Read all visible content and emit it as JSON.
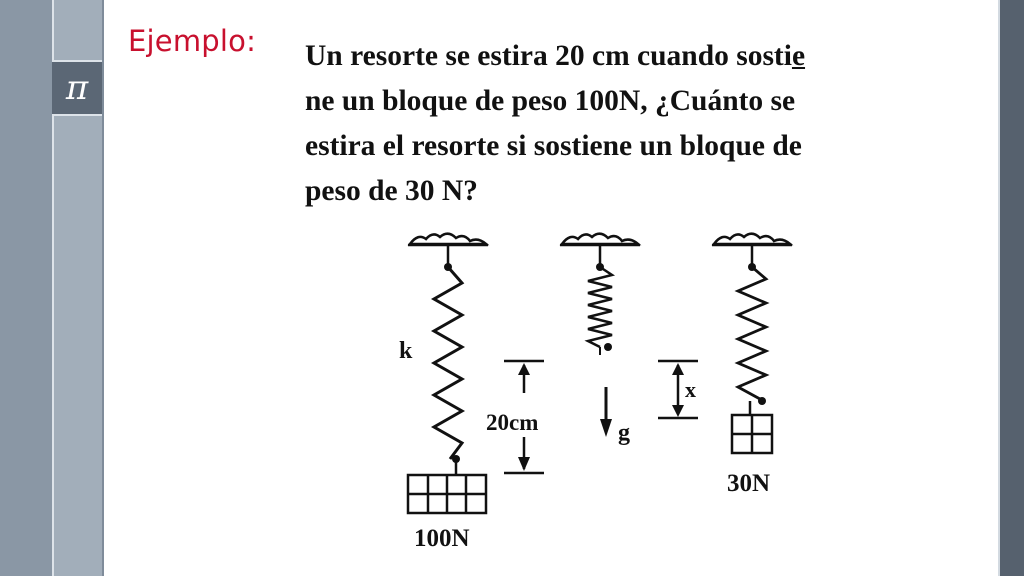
{
  "slide": {
    "heading": "Ejemplo:",
    "logo_glyph": "π",
    "problem": {
      "line1_pre": "Un resorte se estira 20 cm cuando sosti",
      "line1_u": "e",
      "line2": "ne un bloque de peso 100N, ¿Cuánto se",
      "line3": "estira el resorte si sostiene un bloque de",
      "line4": "peso de 30 N?"
    },
    "figure": {
      "k_label": "k",
      "dist_label": "20cm",
      "g_label": "g",
      "x_label": "x",
      "weight1": "100N",
      "weight2": "30N"
    }
  },
  "colors": {
    "heading": "#c8102e",
    "sidebar": "#8a97a5",
    "logo_box": "#5b6775"
  },
  "icons": [
    "pi-icon"
  ]
}
